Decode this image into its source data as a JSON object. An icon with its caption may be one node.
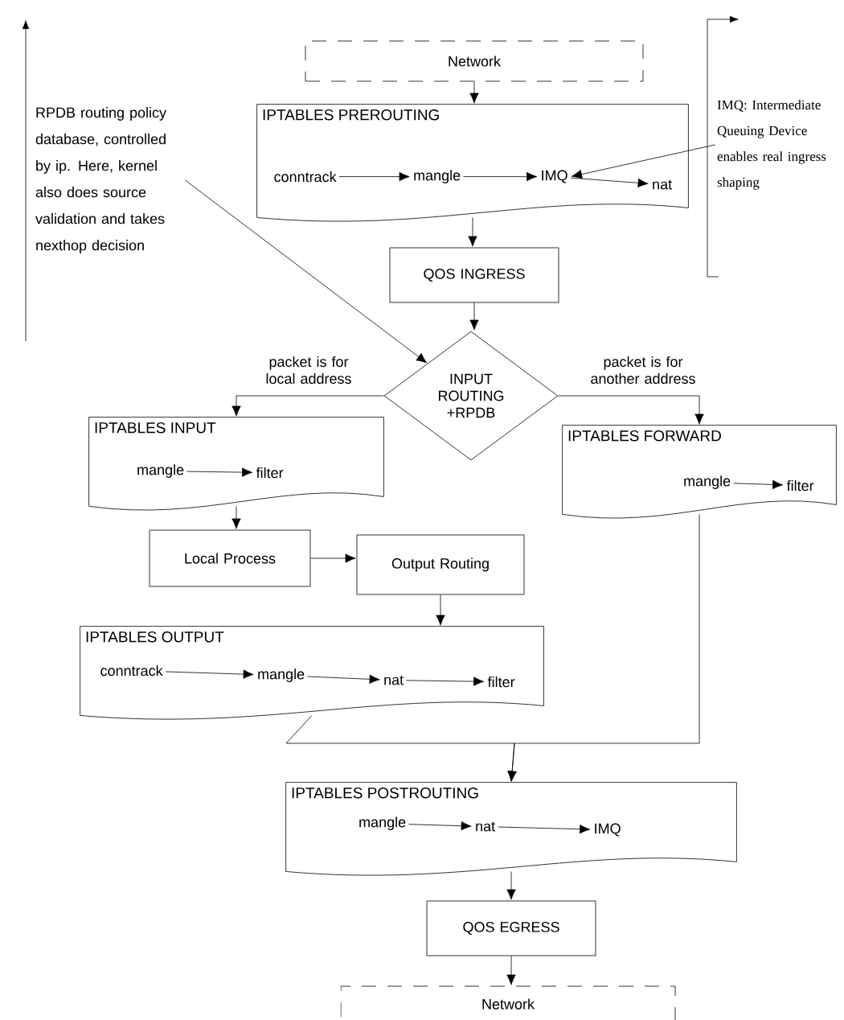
{
  "diagram": {
    "nodes": [
      {
        "text": [
          "Network"
        ]
      },
      {
        "text": [
          "IPTABLES PREROUTING"
        ]
      },
      {
        "text": [
          "conntrack"
        ],
        "in": 1
      },
      {
        "text": [
          "mangle"
        ],
        "in": 1
      },
      {
        "text": [
          "IMQ"
        ],
        "in": 1
      },
      {
        "text": [
          "nat"
        ],
        "in": 1
      },
      {
        "text": [
          "QOS INGRESS"
        ]
      },
      {
        "text": [
          "INPUT ROUTING +RPDB"
        ]
      },
      {
        "text": [
          "IPTABLES INPUT"
        ]
      },
      {
        "text": [
          "mangle"
        ],
        "in": 8
      },
      {
        "text": [
          "filter"
        ],
        "in": 8
      },
      {
        "text": [
          "IPTABLES FORWARD"
        ]
      },
      {
        "text": [
          "mangle"
        ],
        "in": 11
      },
      {
        "text": [
          "filter"
        ],
        "in": 11
      },
      {
        "text": [
          "Local Process"
        ]
      },
      {
        "text": [
          "Output Routing"
        ]
      },
      {
        "text": [
          "IPTABLES OUTPUT"
        ]
      },
      {
        "text": [
          "conntrack"
        ],
        "in": 16
      },
      {
        "text": [
          "mangle"
        ],
        "in": 16
      },
      {
        "text": [
          "nat"
        ],
        "in": 16
      },
      {
        "text": [
          "filter"
        ],
        "in": 16
      },
      {
        "text": [
          "IPTABLES POSTROUTING"
        ]
      },
      {
        "text": [
          "mangle"
        ],
        "in": 21
      },
      {
        "text": [
          "nat"
        ],
        "in": 21
      },
      {
        "text": [
          "IMQ"
        ],
        "in": 21
      },
      {
        "text": [
          "QOS EGRESS"
        ]
      },
      {
        "text": [
          "Network"
        ]
      },
      {
        "text": [
          "RPDB routing policy database, controlled by ip. Here, kernel also does source validation and takes nexthop decision"
        ]
      },
      {
        "text": [
          "IMQ: Intermediate Queuing Device enables real ingress shaping"
        ]
      }
    ],
    "edges": [
      {
        "from": 0,
        "to": 1,
        "arrow": "to"
      },
      {
        "from": 2,
        "to": 3,
        "arrow": "to"
      },
      {
        "from": 3,
        "to": 4,
        "arrow": "to"
      },
      {
        "from": 4,
        "to": 5,
        "arrow": "to"
      },
      {
        "from": 28,
        "to": 4,
        "arrow": "to"
      },
      {
        "from": 1,
        "to": 6,
        "arrow": "to"
      },
      {
        "from": 6,
        "to": 7,
        "arrow": "to"
      },
      {
        "from": 27,
        "to": 7,
        "arrow": "to"
      },
      {
        "from": 7,
        "to": 8,
        "arrow": "to",
        "label": "packet is for local address"
      },
      {
        "from": 7,
        "to": 11,
        "arrow": "to",
        "label": "packet is for another address"
      },
      {
        "from": 9,
        "to": 10,
        "arrow": "to"
      },
      {
        "from": 12,
        "to": 13,
        "arrow": "to"
      },
      {
        "from": 8,
        "to": 14,
        "arrow": "to"
      },
      {
        "from": 14,
        "to": 15,
        "arrow": "to"
      },
      {
        "from": 15,
        "to": 16,
        "arrow": "to"
      },
      {
        "from": 17,
        "to": 18,
        "arrow": "to"
      },
      {
        "from": 18,
        "to": 19,
        "arrow": "to"
      },
      {
        "from": 19,
        "to": 20,
        "arrow": "to"
      },
      {
        "from": 16,
        "to": 21,
        "arrow": "to"
      },
      {
        "from": 11,
        "to": 21,
        "arrow": "to"
      },
      {
        "from": 22,
        "to": 23,
        "arrow": "to"
      },
      {
        "from": 23,
        "to": 24,
        "arrow": "to"
      },
      {
        "from": 21,
        "to": 25,
        "arrow": "to"
      },
      {
        "from": 25,
        "to": 26,
        "arrow": "to"
      }
    ]
  }
}
